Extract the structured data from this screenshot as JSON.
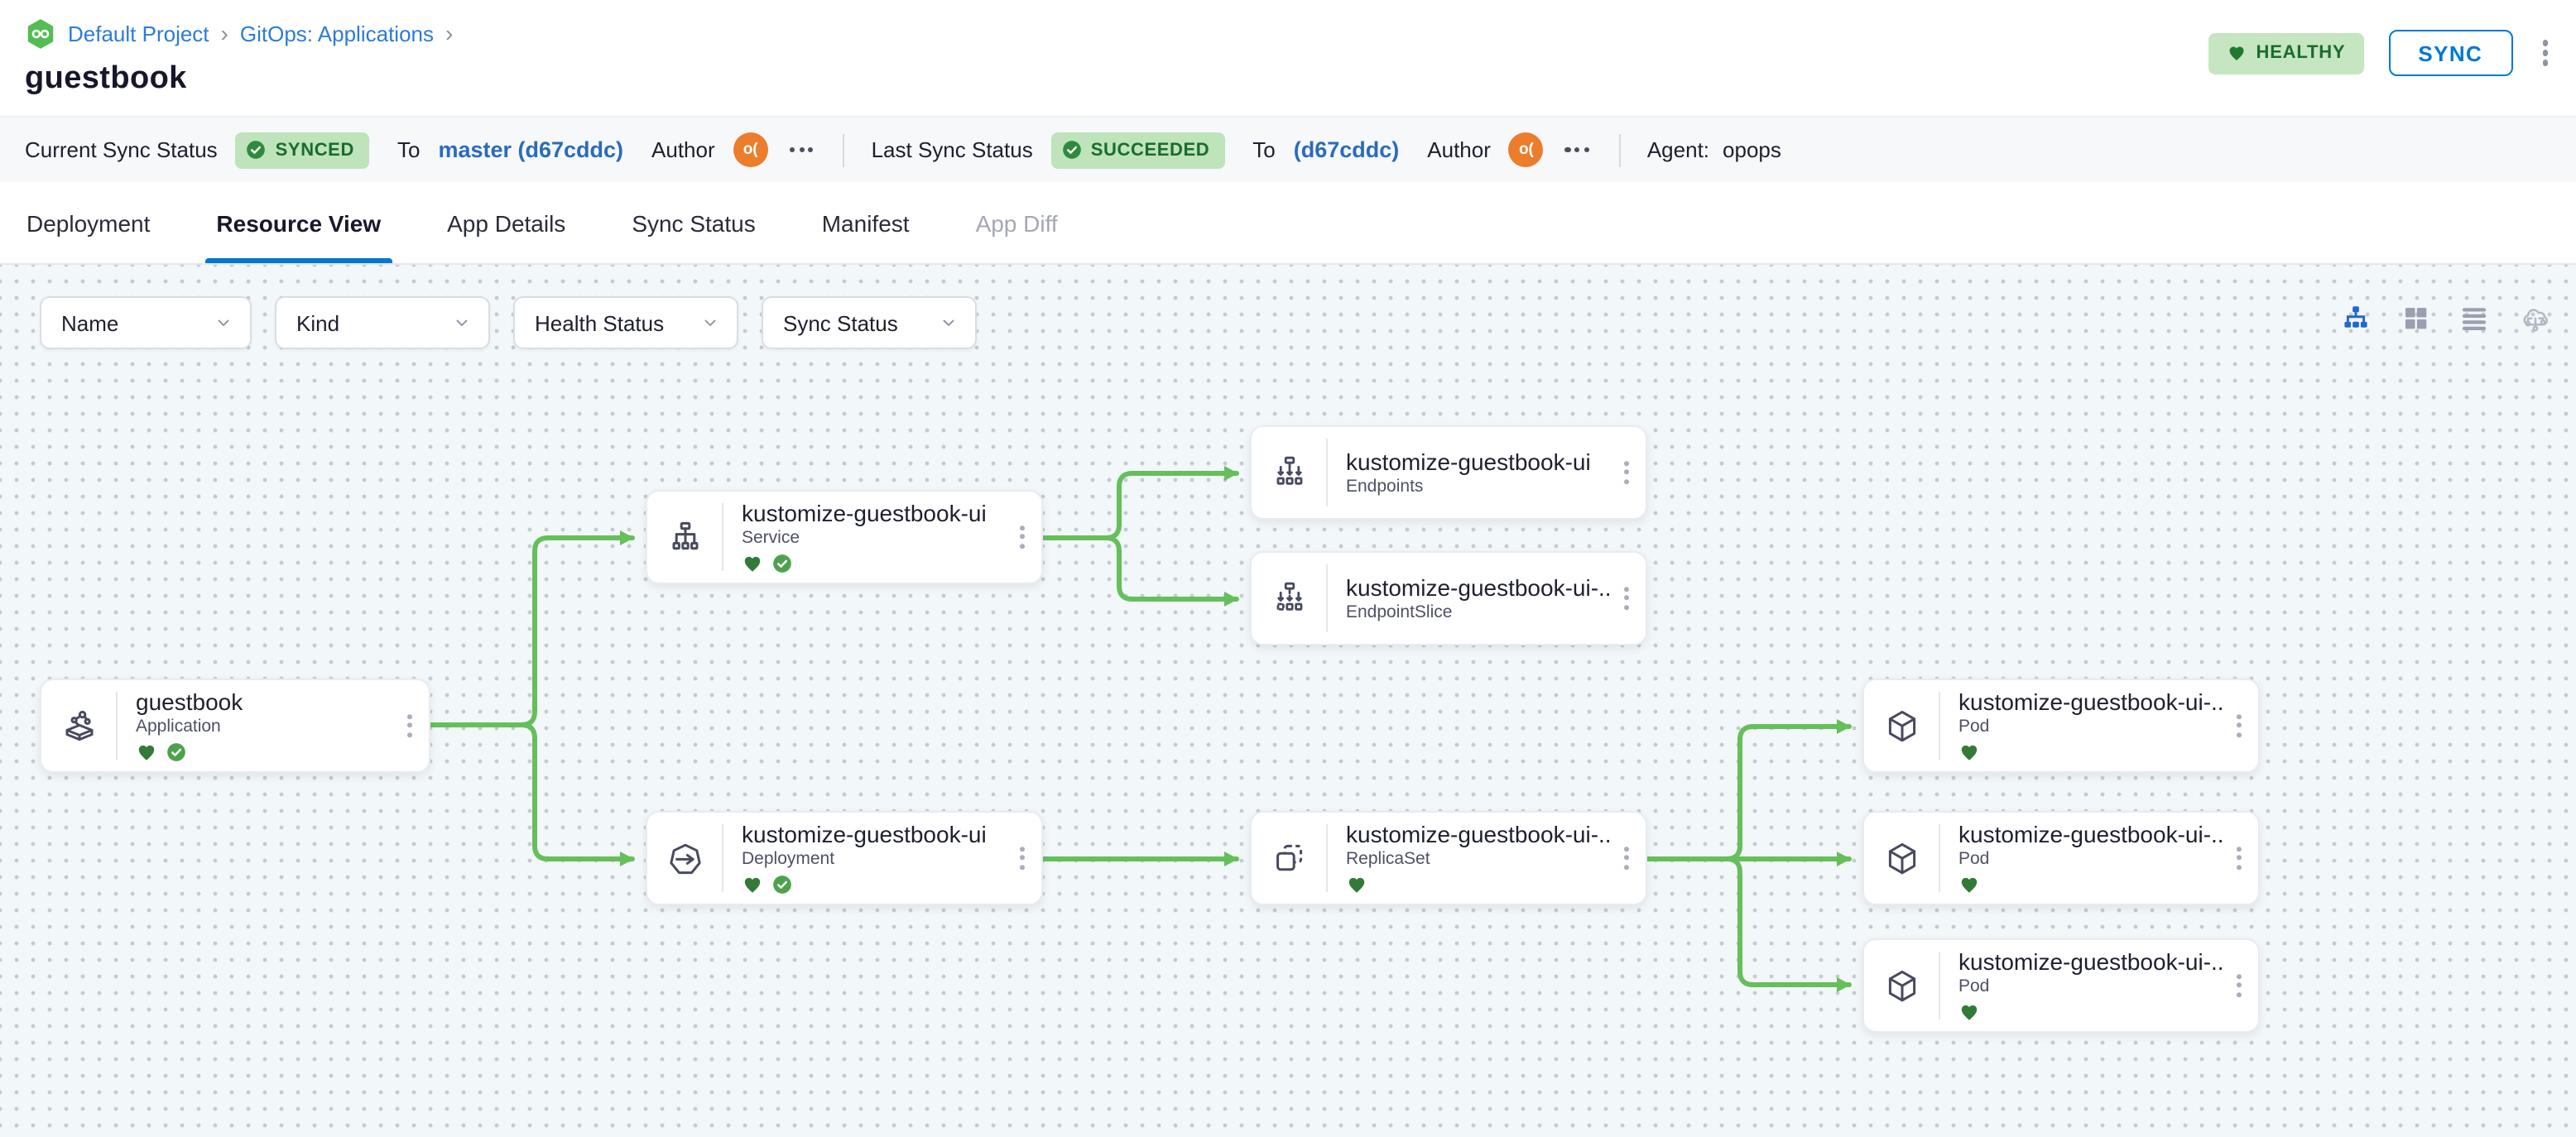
{
  "colors": {
    "accent_blue": "#0278d5",
    "link_blue": "#2b7bdc",
    "revision_blue": "#2a6bbd",
    "badge_green_bg": "#bfe3bb",
    "badge_green_text": "#186c2e",
    "edge_green": "#65bf5b",
    "heart_green": "#337a38",
    "check_green": "#4ea24e",
    "avatar_orange": "#ec7d2c",
    "canvas_bg": "#f2f7f9"
  },
  "breadcrumb": {
    "project": "Default Project",
    "separator": "›",
    "section": "GitOps: Applications"
  },
  "header": {
    "title": "guestbook",
    "healthy_badge": "HEALTHY",
    "sync_button": "SYNC"
  },
  "status_bar": {
    "current_sync": {
      "label": "Current Sync Status",
      "badge": "SYNCED",
      "to_label": "To",
      "revision": "master (d67cddc)",
      "author_label": "Author",
      "author_avatar": "o("
    },
    "last_sync": {
      "label": "Last Sync Status",
      "badge": "SUCCEEDED",
      "to_label": "To",
      "revision": "(d67cddc)",
      "author_label": "Author",
      "author_avatar": "o("
    },
    "agent": {
      "label": "Agent:",
      "value": "opops"
    }
  },
  "tabs": [
    {
      "label": "Deployment"
    },
    {
      "label": "Resource View",
      "active": true
    },
    {
      "label": "App Details"
    },
    {
      "label": "Sync Status"
    },
    {
      "label": "Manifest"
    },
    {
      "label": "App Diff",
      "disabled": true
    }
  ],
  "filters": {
    "name": "Name",
    "kind": "Kind",
    "health": "Health Status",
    "sync": "Sync Status"
  },
  "icons": {
    "view_modes": [
      "tree-view",
      "grid-view",
      "list-view",
      "cloud-view"
    ],
    "active_view": "tree-view",
    "node_menu": "kebab-dots",
    "more_options": "ellipsis-dots",
    "dropdown": "chevron-down",
    "logo": "gitops-infinity-hexagon"
  },
  "graph": {
    "nodes": [
      {
        "title": "guestbook",
        "kind": "Application",
        "healthy": true,
        "synced": true
      },
      {
        "title": "kustomize-guestbook-ui",
        "kind": "Service",
        "healthy": true,
        "synced": true
      },
      {
        "title": "kustomize-guestbook-ui",
        "kind": "Endpoints",
        "healthy": false,
        "synced": false
      },
      {
        "title": "kustomize-guestbook-ui-...",
        "kind": "EndpointSlice",
        "healthy": false,
        "synced": false
      },
      {
        "title": "kustomize-guestbook-ui",
        "kind": "Deployment",
        "healthy": true,
        "synced": true
      },
      {
        "title": "kustomize-guestbook-ui-...",
        "kind": "ReplicaSet",
        "healthy": true,
        "synced": false
      },
      {
        "title": "kustomize-guestbook-ui-...",
        "kind": "Pod",
        "healthy": true,
        "synced": false
      },
      {
        "title": "kustomize-guestbook-ui-...",
        "kind": "Pod",
        "healthy": true,
        "synced": false
      },
      {
        "title": "kustomize-guestbook-ui-...",
        "kind": "Pod",
        "healthy": true,
        "synced": false
      }
    ],
    "edges": [
      "guestbook->service",
      "guestbook->deployment",
      "service->endpoints",
      "service->endpointslice",
      "deployment->replicaset",
      "replicaset->pod1",
      "replicaset->pod2",
      "replicaset->pod3"
    ]
  }
}
